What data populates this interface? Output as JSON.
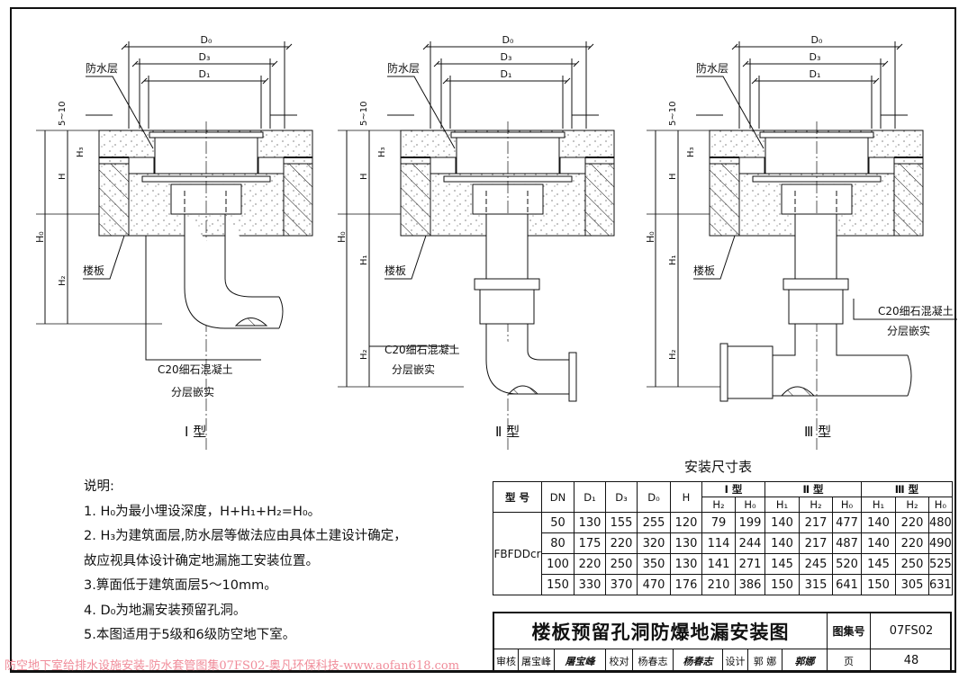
{
  "drawings": [
    {
      "type_label": "Ⅰ 型",
      "d0": "D₀",
      "d3": "D₃",
      "d1": "D₁",
      "waterproof": "防水层",
      "gap": "5~10",
      "h3": "H₃",
      "h": "H",
      "h0": "H₀",
      "h2": "H₂",
      "slab": "楼板",
      "concrete": "C20细石混凝土",
      "concrete2": "分层嵌实"
    },
    {
      "type_label": "Ⅱ 型",
      "d0": "D₀",
      "d3": "D₃",
      "d1": "D₁",
      "waterproof": "防水层",
      "gap": "5~10",
      "h3": "H₃",
      "h": "H",
      "h0": "H₀",
      "h1": "H₁",
      "h2": "H₂",
      "slab": "楼板",
      "concrete": "C20细石混凝土",
      "concrete2": "分层嵌实"
    },
    {
      "type_label": "Ⅲ 型",
      "d0": "D₀",
      "d3": "D₃",
      "d1": "D₁",
      "waterproof": "防水层",
      "gap": "5~10",
      "h3": "H₃",
      "h": "H",
      "h0": "H₀",
      "h1": "H₁",
      "h2": "H₂",
      "slab": "楼板",
      "concrete": "C20细石混凝土",
      "concrete2": "分层嵌实"
    }
  ],
  "notes": {
    "heading": "说明:",
    "lines": [
      "1. H₀为最小埋设深度，H+H₁+H₂=H₀。",
      "2. H₃为建筑面层,防水层等做法应由具体土建设计确定，",
      "故应视具体设计确定地漏施工安装位置。",
      "3.箅面低于建筑面层5～10mm。",
      "4. D₀为地漏安装预留孔洞。",
      "5.本图适用于5级和6级防空地下室。"
    ]
  },
  "table": {
    "title": "安装尺寸表",
    "headers": {
      "model": "型 号",
      "dn": "DN",
      "d1": "D₁",
      "d3": "D₃",
      "d0": "D₀",
      "h": "H",
      "type1": "Ⅰ 型",
      "type2": "Ⅱ 型",
      "type3": "Ⅲ 型",
      "t1_h2": "H₂",
      "t1_h0": "H₀",
      "t2_h1": "H₁",
      "t2_h2": "H₂",
      "t2_h0": "H₀",
      "t3_h1": "H₁",
      "t3_h2": "H₂",
      "t3_h0": "H₀"
    },
    "model": "FBFDDcr",
    "rows": [
      [
        "50",
        "130",
        "155",
        "255",
        "120",
        "79",
        "199",
        "140",
        "217",
        "477",
        "140",
        "220",
        "480"
      ],
      [
        "80",
        "175",
        "220",
        "320",
        "130",
        "114",
        "244",
        "140",
        "217",
        "487",
        "140",
        "220",
        "490"
      ],
      [
        "100",
        "220",
        "250",
        "350",
        "130",
        "141",
        "271",
        "145",
        "245",
        "520",
        "145",
        "250",
        "525"
      ],
      [
        "150",
        "330",
        "370",
        "470",
        "176",
        "210",
        "386",
        "150",
        "315",
        "641",
        "150",
        "305",
        "631"
      ]
    ]
  },
  "title_block": {
    "title": "楼板预留孔洞防爆地漏安装图",
    "atlas_no_label": "图集号",
    "atlas_no": "07FS02",
    "review_label": "审核",
    "reviewer": "屠宝峰",
    "reviewer_sig": "屠宝峰",
    "check_label": "校对",
    "checker": "杨春志",
    "checker_sig": "杨春志",
    "design_label": "设计",
    "designer": "郭 娜",
    "designer_sig": "郭娜",
    "page_label": "页",
    "page": "48"
  },
  "watermark": "防空地下室给排水设施安装-防水套管图集07FS02-奥凡环保科技-www.aofan618.com"
}
